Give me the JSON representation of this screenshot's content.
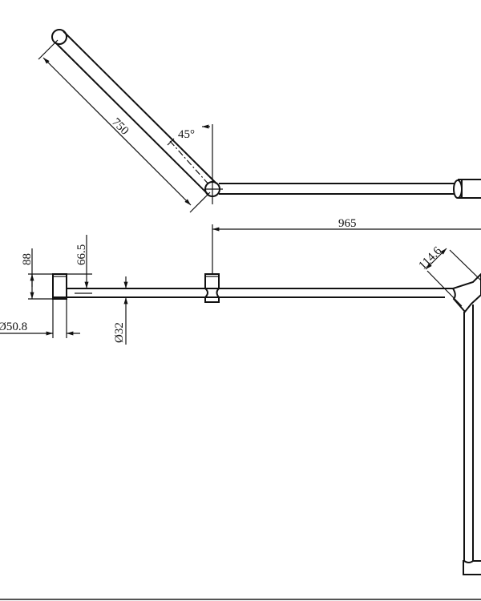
{
  "drawing": {
    "dimensions": {
      "angled_length": "750",
      "angle": "45°",
      "horizontal_length": "965",
      "flange_height": "88",
      "bar_center_height": "66.5",
      "bar_diameter": "Ø32",
      "flange_diameter": "Ø50.8",
      "corner_length": "114.6"
    },
    "colors": {
      "line": "#111111",
      "background": "#ffffff"
    }
  }
}
